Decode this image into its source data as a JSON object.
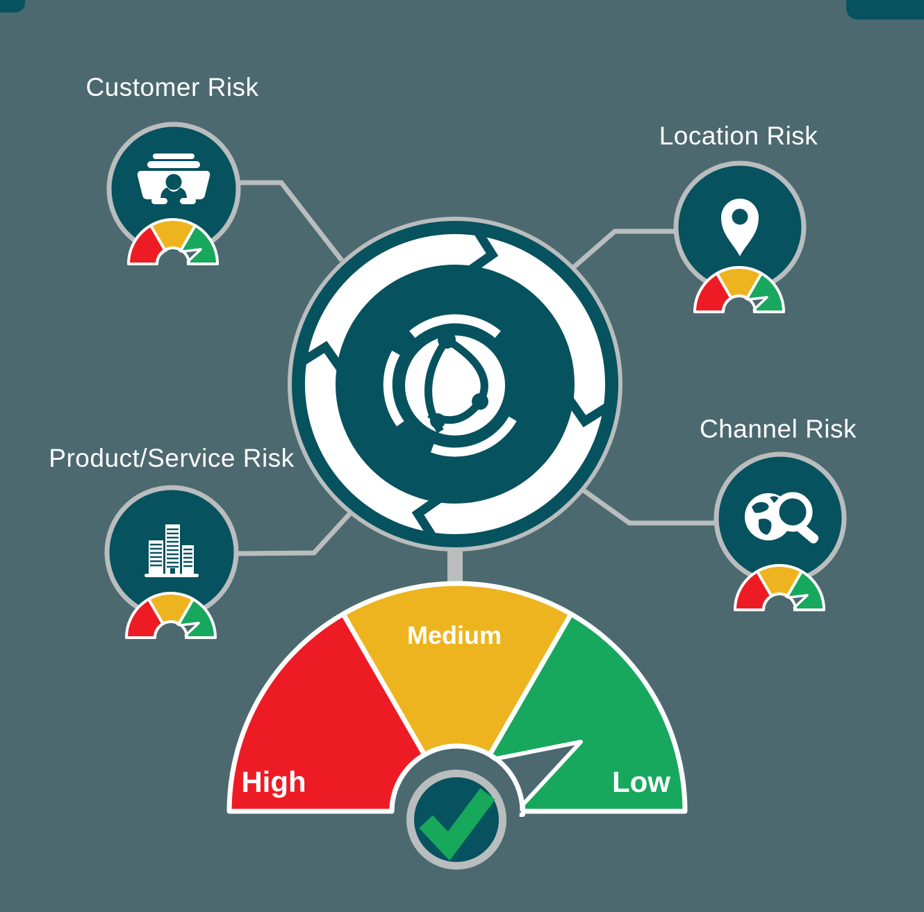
{
  "background_color": "#4c696f",
  "palette": {
    "dark_teal": "#07525f",
    "border_gray": "#b9bdbe",
    "risk_red": "#ed1c24",
    "risk_yellow": "#eeb41f",
    "risk_green": "#17a85e",
    "check_green": "#17a85c",
    "white": "#ffffff"
  },
  "center_hub": {
    "icon": "network-globe-icon",
    "ring": "cycle-arrows-ring"
  },
  "risk_nodes": [
    {
      "id": "customer",
      "label": "Customer Risk",
      "icon": "customer-records-icon",
      "mini_gauge": {
        "segments": [
          "red",
          "yellow",
          "green"
        ],
        "needle_points_to": "low"
      }
    },
    {
      "id": "location",
      "label": "Location Risk",
      "icon": "location-pin-icon",
      "mini_gauge": {
        "segments": [
          "red",
          "yellow",
          "green"
        ],
        "needle_points_to": "low"
      }
    },
    {
      "id": "product",
      "label": "Product/Service Risk",
      "icon": "buildings-icon",
      "mini_gauge": {
        "segments": [
          "red",
          "yellow",
          "green"
        ],
        "needle_points_to": "low"
      }
    },
    {
      "id": "channel",
      "label": "Channel Risk",
      "icon": "globe-search-icon",
      "mini_gauge": {
        "segments": [
          "red",
          "yellow",
          "green"
        ],
        "needle_points_to": "low"
      }
    }
  ],
  "main_gauge": {
    "labels": {
      "high": "High",
      "medium": "Medium",
      "low": "Low"
    },
    "needle_points_to": "Low",
    "status_icon": "checkmark-icon"
  }
}
